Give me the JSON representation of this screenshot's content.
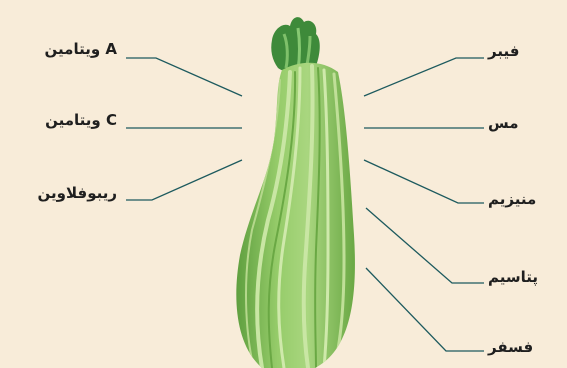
{
  "labels_left": [
    "ویتامین A",
    "ویتامین C",
    "ریبوفلاوین"
  ],
  "labels_right": [
    "فیبر",
    "مس",
    "منیزیم",
    "پتاسیم",
    "فسفر"
  ],
  "colors": {
    "background": "#f8ecd9",
    "line": "#1d5a5e",
    "zucchini_light": "#b5dc8c",
    "zucchini_mid": "#8cc463",
    "zucchini_dark": "#5b9c3e",
    "stem": "#3e8a3a"
  }
}
